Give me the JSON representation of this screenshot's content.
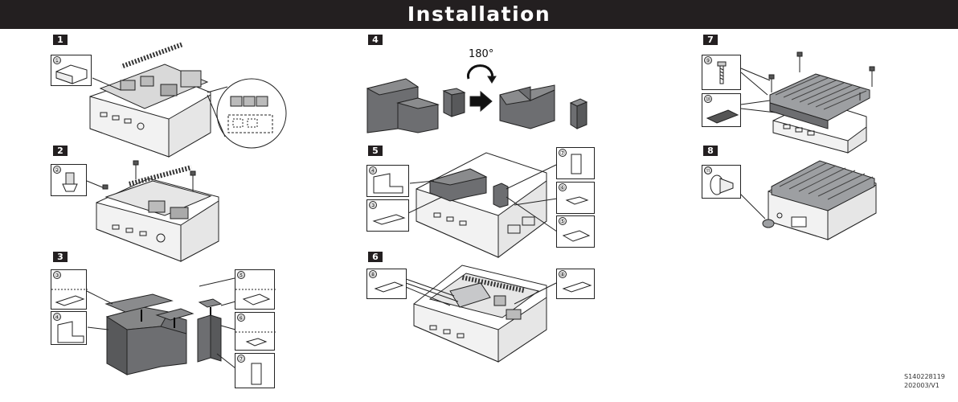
{
  "title": "Installation",
  "steps": [
    "1",
    "2",
    "3",
    "4",
    "5",
    "6",
    "7",
    "8"
  ],
  "rotation_label": "180°",
  "callouts": {
    "c1": "①",
    "c2": "②",
    "c3a": "③",
    "c4a": "④",
    "c5a": "⑤",
    "c6a": "⑥",
    "c7a": "⑦",
    "c4b": "④",
    "c3b": "③",
    "c7b": "⑦",
    "c6b": "⑥",
    "c5b": "⑤",
    "c8a": "⑧",
    "c8b": "⑧",
    "c9": "⑨",
    "c10": "⑩",
    "c11": "⑪"
  },
  "footer": {
    "code": "S140228119",
    "version": "202003/V1"
  },
  "colors": {
    "title_bg": "#231f20",
    "pad_gray": "#6d6e71",
    "line": "#222222"
  }
}
